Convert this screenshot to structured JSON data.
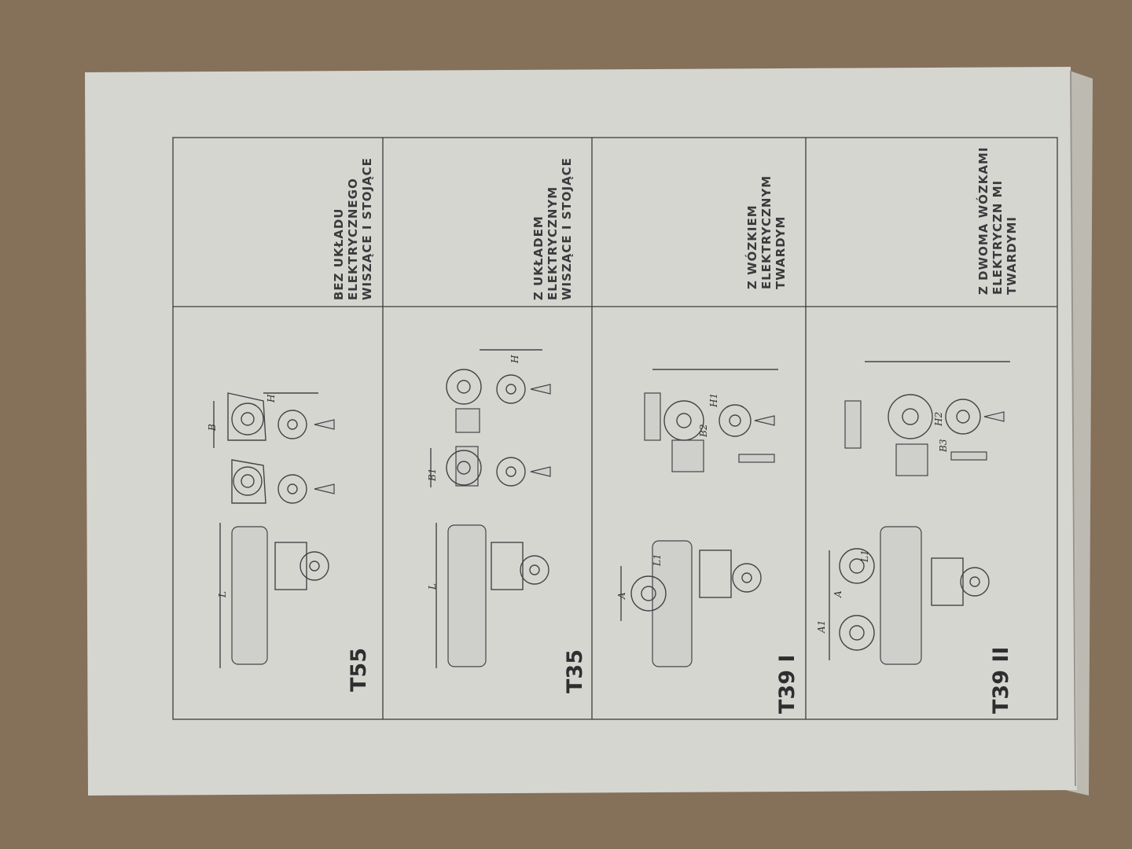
{
  "colors": {
    "background": "#85705a",
    "paper": "#d8d8d3",
    "ink": "#3a3a3c"
  },
  "rows": [
    {
      "code": "T55",
      "label_lines": [
        "BEZ UKŁADU",
        "ELEKTRYCZNEGO",
        "WISZĄCE I STOJĄCE"
      ],
      "dims": [
        "L",
        "B",
        "H"
      ]
    },
    {
      "code": "T35",
      "label_lines": [
        "Z UKŁADEM",
        "ELEKTRYCZNYM",
        "WISZĄCE I STOJĄCE"
      ],
      "dims": [
        "L",
        "B1",
        "H"
      ]
    },
    {
      "code": "T39 I",
      "label_lines": [
        "Z WÓZKIEM",
        "ELEKTRYCZNYM",
        "TWARDYM"
      ],
      "dims": [
        "A",
        "L1",
        "H1",
        "B2"
      ]
    },
    {
      "code": "T39 II",
      "label_lines": [
        "Z DWOMA WÓZKAMI",
        "ELEKTRYCZN MI",
        "TWARDYMI"
      ],
      "dims": [
        "A1",
        "A",
        "L1",
        "H2",
        "B3"
      ]
    }
  ]
}
